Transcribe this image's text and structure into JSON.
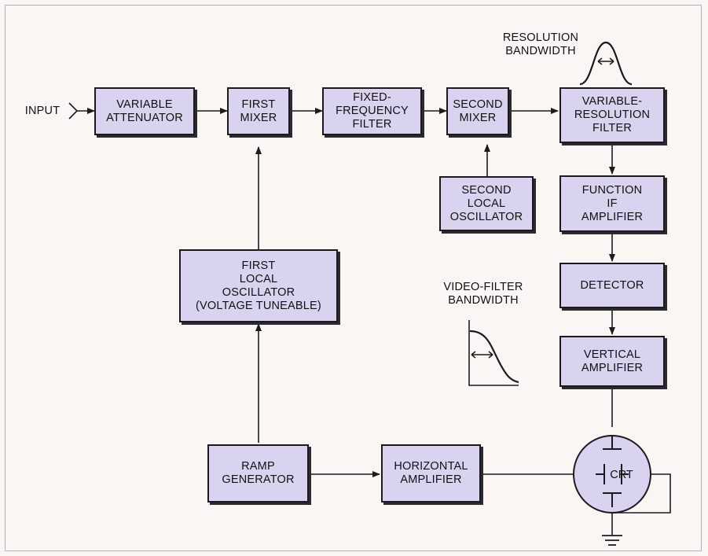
{
  "input_label": "INPUT",
  "blocks": {
    "variable_attenuator": "VARIABLE\nATTENUATOR",
    "first_mixer": "FIRST\nMIXER",
    "fixed_frequency_filter": "FIXED-\nFREQUENCY\nFILTER",
    "second_mixer": "SECOND\nMIXER",
    "variable_resolution_filter": "VARIABLE-\nRESOLUTION\nFILTER",
    "second_local_oscillator": "SECOND\nLOCAL\nOSCILLATOR",
    "function_if_amplifier": "FUNCTION\nIF\nAMPLIFIER",
    "first_local_oscillator": "FIRST\nLOCAL\nOSCILLATOR\n(VOLTAGE TUNEABLE)",
    "detector": "DETECTOR",
    "vertical_amplifier": "VERTICAL\nAMPLIFIER",
    "ramp_generator": "RAMP\nGENERATOR",
    "horizontal_amplifier": "HORIZONTAL\nAMPLIFIER"
  },
  "resolution_bandwidth_label": "RESOLUTION\nBANDWIDTH",
  "video_filter_bandwidth_label": "VIDEO-FILTER\nBANDWIDTH",
  "crt_label": "CRT",
  "colors": {
    "block_fill": "#d9d3ef",
    "block_border": "#1b1b1f",
    "line": "#1b1b1f",
    "background": "#fbf6f4"
  }
}
